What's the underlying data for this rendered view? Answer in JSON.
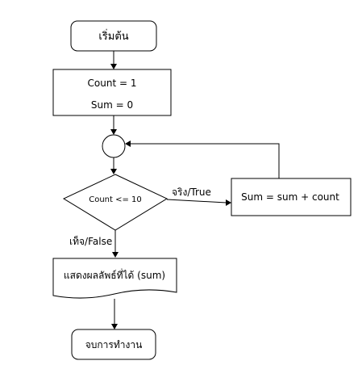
{
  "flowchart": {
    "start": {
      "label": "เริ่มต้น"
    },
    "init": {
      "line1": "Count = 1",
      "line2": "Sum = 0"
    },
    "decision": {
      "label": "Count <= 10"
    },
    "process": {
      "label": "Sum = sum + count"
    },
    "output": {
      "label": "แสดงผลลัพธ์ที่ได้ (sum)"
    },
    "end": {
      "label": "จบการทำงาน"
    },
    "edges": {
      "true_label": "จริง/True",
      "false_label": "เท็จ/False"
    }
  },
  "colors": {
    "stroke": "#000000",
    "background": "#ffffff"
  }
}
